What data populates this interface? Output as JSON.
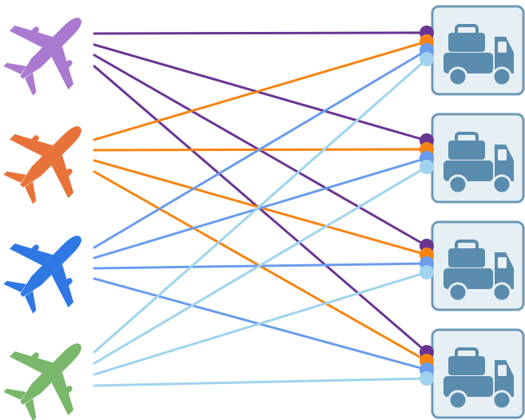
{
  "airplanes": [
    {
      "id": "plane-1",
      "color": "#a97ad0",
      "icon": "airplane-icon"
    },
    {
      "id": "plane-2",
      "color": "#e8733a",
      "icon": "airplane-icon"
    },
    {
      "id": "plane-3",
      "color": "#2f78e4",
      "icon": "airplane-icon"
    },
    {
      "id": "plane-4",
      "color": "#79b76a",
      "icon": "airplane-icon"
    }
  ],
  "trucks": [
    {
      "id": "truck-1",
      "icon": "baggage-truck-icon",
      "color": "#5a8cae"
    },
    {
      "id": "truck-2",
      "icon": "baggage-truck-icon",
      "color": "#5a8cae"
    },
    {
      "id": "truck-3",
      "icon": "baggage-truck-icon",
      "color": "#5a8cae"
    },
    {
      "id": "truck-4",
      "icon": "baggage-truck-icon",
      "color": "#5a8cae"
    }
  ],
  "connection_colors": [
    "#6a3592",
    "#f58412",
    "#6a9ced",
    "#9fd3ee"
  ],
  "connections": [
    {
      "from": 0,
      "to": 0
    },
    {
      "from": 0,
      "to": 1
    },
    {
      "from": 0,
      "to": 2
    },
    {
      "from": 0,
      "to": 3
    },
    {
      "from": 1,
      "to": 0
    },
    {
      "from": 1,
      "to": 1
    },
    {
      "from": 1,
      "to": 2
    },
    {
      "from": 1,
      "to": 3
    },
    {
      "from": 2,
      "to": 0
    },
    {
      "from": 2,
      "to": 1
    },
    {
      "from": 2,
      "to": 2
    },
    {
      "from": 2,
      "to": 3
    },
    {
      "from": 3,
      "to": 0
    },
    {
      "from": 3,
      "to": 1
    },
    {
      "from": 3,
      "to": 2
    },
    {
      "from": 3,
      "to": 3
    }
  ],
  "truck_box": {
    "fill": "#e6eff4",
    "stroke": "#6c99b6"
  }
}
